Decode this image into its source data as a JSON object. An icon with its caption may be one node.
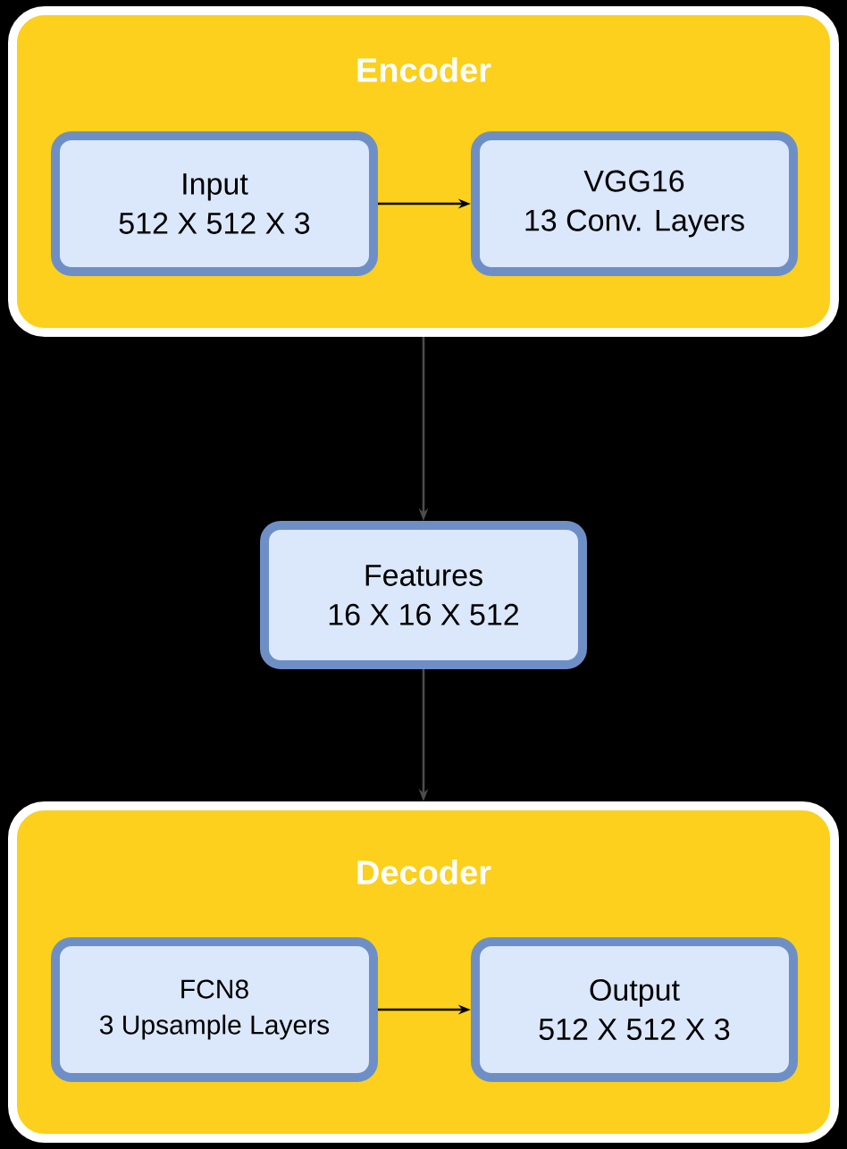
{
  "diagram": {
    "nodes": [
      {
        "text": [
          "Encoder"
        ]
      },
      {
        "text": [
          "Input",
          "512 X 512 X 3"
        ],
        "in": 0
      },
      {
        "text": [
          "VGG16",
          "13 Conv. Layers"
        ],
        "in": 0
      },
      {
        "text": [
          "Features",
          "16 X 16 X 512"
        ]
      },
      {
        "text": [
          "Decoder"
        ]
      },
      {
        "text": [
          "FCN8",
          "3 Upsample Layers"
        ],
        "in": 4
      },
      {
        "text": [
          "Output",
          "512 X 512 X 3"
        ],
        "in": 4
      }
    ],
    "edges": [
      {
        "from": 1,
        "to": 2,
        "arrow": "to"
      },
      {
        "from": 0,
        "to": 3,
        "arrow": "to"
      },
      {
        "from": 3,
        "to": 4,
        "arrow": "to"
      },
      {
        "from": 5,
        "to": 6,
        "arrow": "to"
      }
    ]
  }
}
